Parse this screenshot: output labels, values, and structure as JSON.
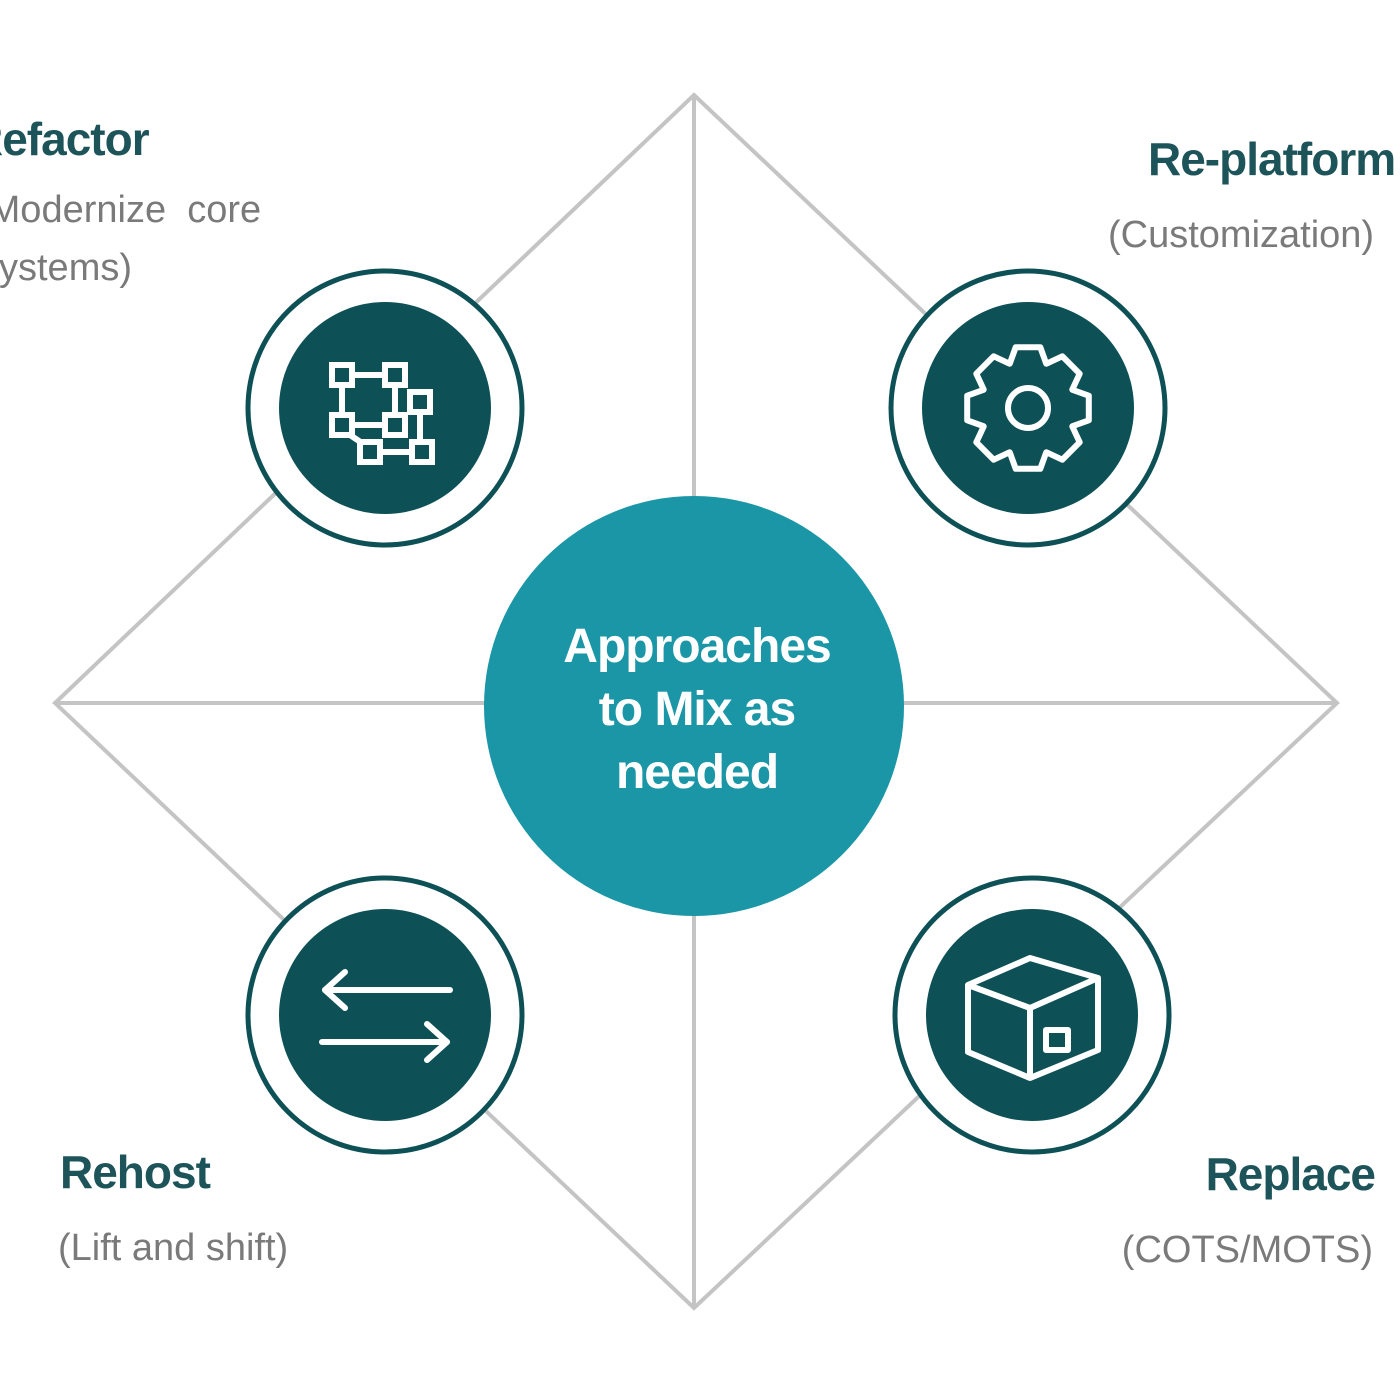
{
  "center": {
    "lines": [
      "Approaches",
      "to Mix as",
      "needed"
    ]
  },
  "quadrants": [
    {
      "title": "Refactor",
      "subtitle_lines": [
        "(Modernize  core",
        "systems)"
      ],
      "icon": "network-nodes-icon"
    },
    {
      "title": "Re-platform",
      "subtitle_lines": [
        "(Customization)"
      ],
      "icon": "gear-icon"
    },
    {
      "title": "Rehost",
      "subtitle_lines": [
        "(Lift and shift)"
      ],
      "icon": "swap-arrows-icon"
    },
    {
      "title": "Replace",
      "subtitle_lines": [
        "(COTS/MOTS)"
      ],
      "icon": "package-box-icon"
    }
  ],
  "colors": {
    "center": "#1a96a6",
    "icon_bg": "#0d5157",
    "lines": "#c4c4c4",
    "title": "#1d5459",
    "subtitle": "#7a7a7a"
  }
}
